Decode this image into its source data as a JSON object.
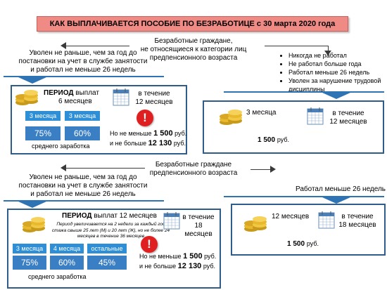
{
  "title": "КАК ВЫПЛАЧИВАЕТСЯ ПОСОБИЕ  ПО БЕЗРАБОТИЦЕ с 30 марта 2020 года",
  "section1": {
    "heading_line1": "Безработные граждане,",
    "heading_line2": "не относящиеся к категории лиц",
    "heading_line3": "предпенсионного возраста",
    "left_condition_line1": "Уволен не раньше, чем за год до",
    "left_condition_line2": "постановки на учет в службе занятости",
    "left_condition_line3": "и работал не меньше 26 недель",
    "left_box": {
      "period_label": "ПЕРИОД",
      "period_suffix": "выплат",
      "period_value": "6 месяцев",
      "term_line1": "в течение",
      "term_line2": "12 месяцев",
      "tiles": [
        "3 месяца",
        "3 месяца"
      ],
      "percents": [
        "75%",
        "60%"
      ],
      "avg_label": "среднего заработка",
      "min_prefix": "Но не меньше",
      "min_value": "1 500",
      "min_unit": "руб.",
      "max_prefix": "и не больше",
      "max_value": "12 130",
      "max_unit": "руб."
    },
    "right_bullets": [
      "Никогда не работал",
      "Не работал больше года",
      "Работал меньше 26 недель",
      "Уволен за нарушение трудовой дисциплины"
    ],
    "right_box": {
      "period_value": "3 месяца",
      "term_line1": "в течение",
      "term_line2": "12 месяцев",
      "amount_value": "1 500",
      "amount_unit": "руб."
    }
  },
  "section2": {
    "heading_line1": "Безработные граждане",
    "heading_line2": "предпенсионного возраста",
    "left_condition_line1": "Уволен не раньше, чем за год до",
    "left_condition_line2": "постановки на учет в службе занятости",
    "left_condition_line3": "и работал не меньше 26 недель",
    "left_box": {
      "period_label": "ПЕРИОД",
      "period_suffix": "выплат 12 месяцев",
      "term_line1": "в течение",
      "term_line2": "18 месяцев",
      "note_line1": "Период увеличивается на 2 недели за каждый год",
      "note_line2": "стажа свыше 25 лет (М) и 20 лет (Ж), но не более 24",
      "note_line3": "месяцев в течение 36 месяцев",
      "tiles": [
        "3 месяца",
        "4 месяца",
        "остальные"
      ],
      "percents": [
        "75%",
        "60%",
        "45%"
      ],
      "avg_label": "среднего заработка",
      "min_prefix": "Но не меньше",
      "min_value": "1 500",
      "min_unit": "руб.",
      "max_prefix": "и не больше",
      "max_value": "12 130",
      "max_unit": "руб."
    },
    "right_condition": "Работал меньше 26 недель",
    "right_box": {
      "period_value": "12 месяцев",
      "term_line1": "в течение",
      "term_line2": "18 месяцев",
      "amount_value": "1 500",
      "amount_unit": "руб."
    }
  },
  "colors": {
    "title_bg": "#f08a84",
    "box_border": "#2f5c8a",
    "tile": "#2e8fd6",
    "percent": "#3a7fc4",
    "arrow_blue": "#2e74b5",
    "warning": "#e02020"
  },
  "icons": {
    "coins": "coins-icon",
    "calendar": "calendar-icon",
    "warning": "exclamation-icon"
  }
}
